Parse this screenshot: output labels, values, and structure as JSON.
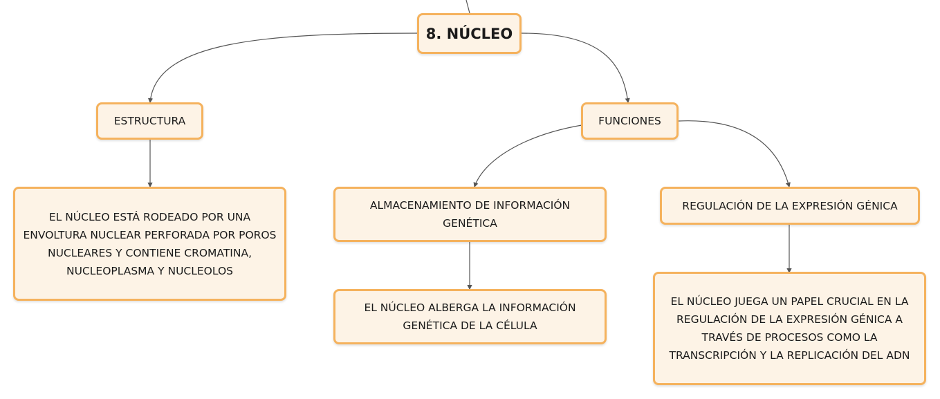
{
  "colors": {
    "node_fill": "#fdf3e6",
    "node_border": "#f5b25d",
    "connector": "#555555"
  },
  "nodes": {
    "root": {
      "label": "8. NÚCLEO"
    },
    "estructura": {
      "label": "ESTRUCTURA"
    },
    "funciones": {
      "label": "FUNCIONES"
    },
    "estructura_desc": {
      "label": "EL NÚCLEO ESTÁ RODEADO POR UNA ENVOLTURA NUCLEAR PERFORADA POR POROS NUCLEARES Y CONTIENE CROMATINA, NUCLEOPLASMA Y NUCLEOLOS"
    },
    "almacenamiento": {
      "label": "ALMACENAMIENTO DE INFORMACIÓN GENÉTICA"
    },
    "almacenamiento_desc": {
      "label": "EL NÚCLEO ALBERGA LA INFORMACIÓN GENÉTICA DE LA CÉLULA"
    },
    "regulacion": {
      "label": "REGULACIÓN DE LA EXPRESIÓN GÉNICA"
    },
    "regulacion_desc": {
      "label": "EL NÚCLEO JUEGA UN PAPEL CRUCIAL EN LA REGULACIÓN DE LA EXPRESIÓN GÉNICA A TRAVÉS DE PROCESOS COMO LA TRANSCRIPCIÓN Y LA REPLICACIÓN DEL ADN"
    }
  }
}
